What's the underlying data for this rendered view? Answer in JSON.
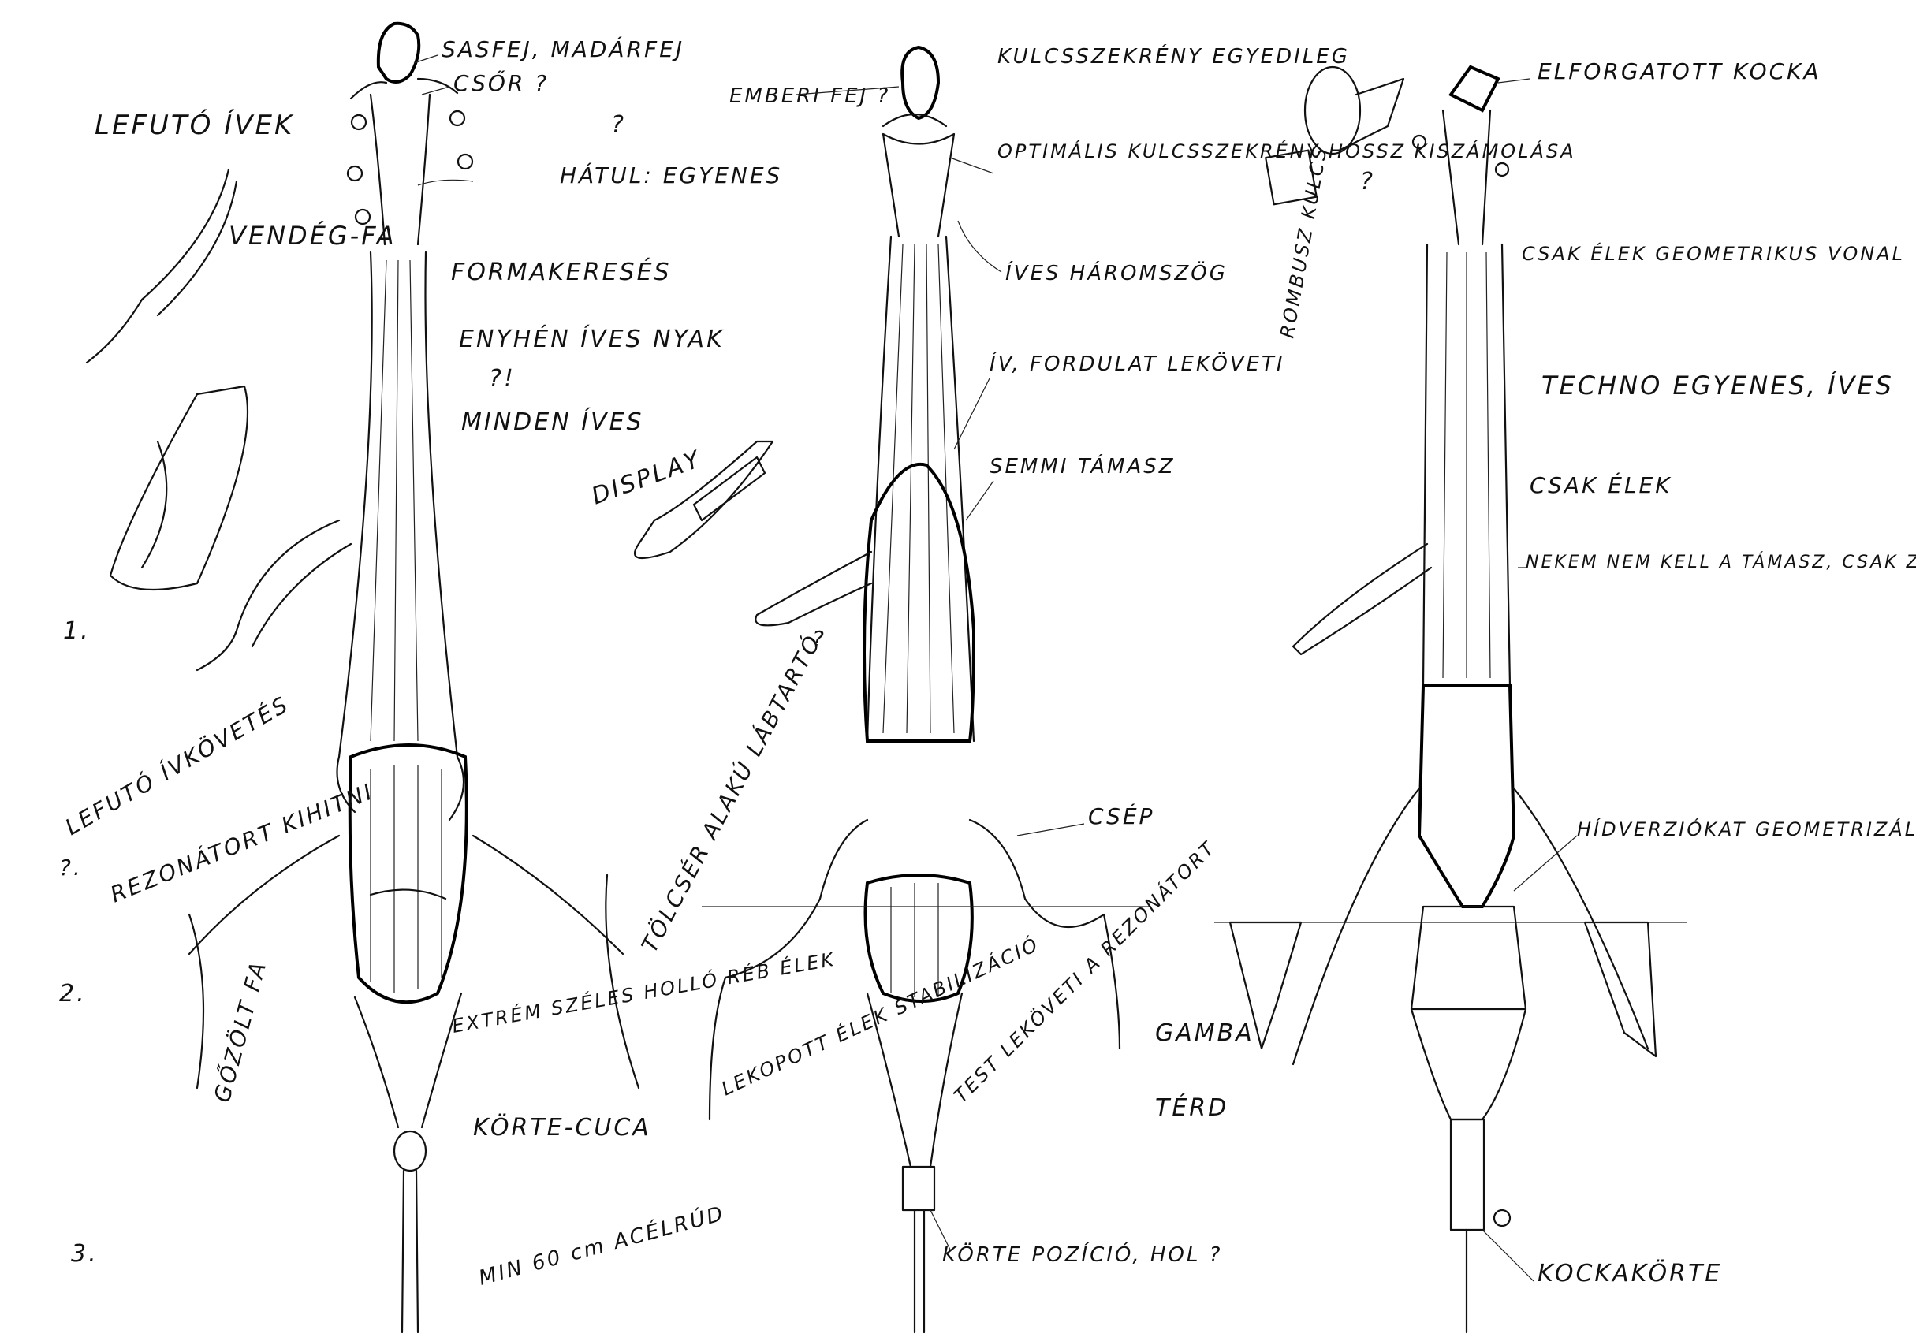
{
  "sketch1": {
    "labels": [
      "LEFUTÓ ÍVEK",
      "VENDÉG-FA",
      "SASFEJ, MADÁRFEJ",
      "CSŐR ?",
      "?",
      "HÁTUL: EGYENES",
      "FORMAKERESÉS",
      "ENYHÉN ÍVES NYAK",
      "?!",
      "MINDEN ÍVES",
      "DISPLAY",
      "1.",
      "LEFUTÓ ÍVKÖVETÉS",
      "?.",
      "REZONÁTORT KIHITNI",
      "TÖLCSÉR ALAKÚ LÁBTARTÓ",
      "2.",
      "GŐZÖLT FA",
      "EXTRÉM SZÉLES HOLLÓ RÉB ÉLEK",
      "KÖRTE-CUCA",
      "3.",
      "MIN 60 cm ACÉLRÚD"
    ]
  },
  "sketch2": {
    "labels": [
      "EMBERI FEJ ?",
      "KULCSSZEKRÉNY EGYEDILEG",
      "OPTIMÁLIS KULCSSZEKRÉNY HOSSZ KISZÁMOLÁSA",
      "ÍVES HÁROMSZÖG",
      "ÍV, FORDULAT LEKÖVETI",
      "SEMMI TÁMASZ",
      "?",
      "CSÉP",
      "LEKOPOTT ÉLEK STABILIZÁCIÓ",
      "TEST LEKÖVETI A REZONÁTORT",
      "KÖRTE POZÍCIÓ, HOL ?"
    ]
  },
  "sketch3": {
    "labels": [
      "ELFORGATOTT KOCKA",
      "?",
      "ROMBUSZ KULCS",
      "CSAK ÉLEK GEOMETRIKUS VONAL",
      "TECHNO EGYENES, ÍVES",
      "CSAK ÉLEK",
      "NEKEM NEM KELL A TÁMASZ, CSAK ZAVAR! MÁSNAK KELL E?",
      "HÍDVERZIÓKAT GEOMETRIZÁLNI.",
      "GAMBA",
      "TÉRD",
      "KOCKAKÖRTE"
    ]
  }
}
